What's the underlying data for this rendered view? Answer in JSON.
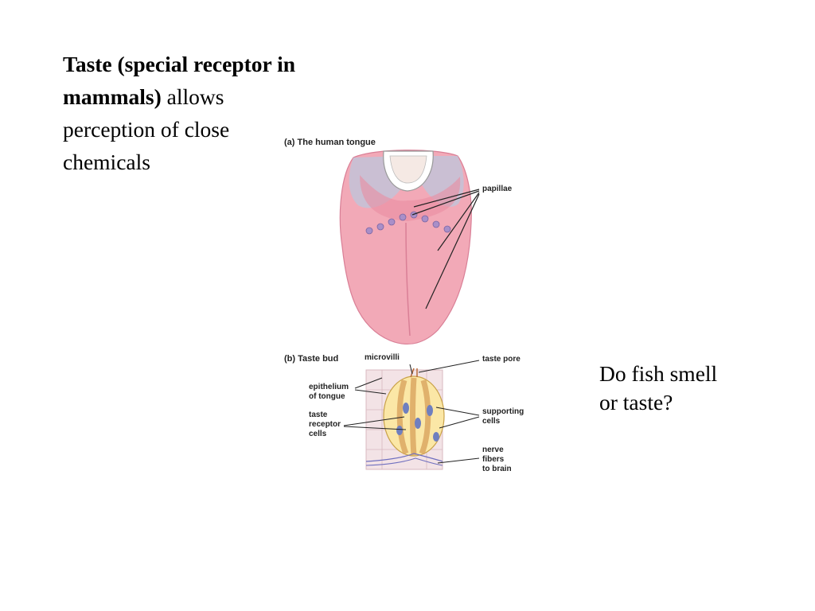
{
  "slide": {
    "text_bold_1": "Taste (special receptor in",
    "text_bold_2": "mammals)",
    "text_normal_1": " allows",
    "text_normal_2": "perception of close",
    "text_normal_3": "chemicals",
    "question_line_1": "Do fish smell",
    "question_line_2": "or taste?"
  },
  "figure": {
    "panel_a_title": "(a) The human tongue",
    "panel_b_title": "(b) Taste bud",
    "labels": {
      "papillae": "papillae",
      "microvilli": "microvilli",
      "taste_pore": "taste pore",
      "epithelium_1": "epithelium",
      "epithelium_2": "of tongue",
      "receptor_1": "taste",
      "receptor_2": "receptor",
      "receptor_3": "cells",
      "supporting_1": "supporting",
      "supporting_2": "cells",
      "nerve_1": "nerve",
      "nerve_2": "fibers",
      "nerve_3": "to brain"
    }
  },
  "colors": {
    "tongue": "#f2a9b7",
    "tongue_shade": "#e98ea2",
    "papilla": "#a98fc8",
    "bud_fill": "#fbe7a6",
    "cell": "#f6c98b",
    "nucleus": "#6f7fbf",
    "tissue": "#f3e3e6",
    "tissue_grid": "#d8b9c0"
  }
}
